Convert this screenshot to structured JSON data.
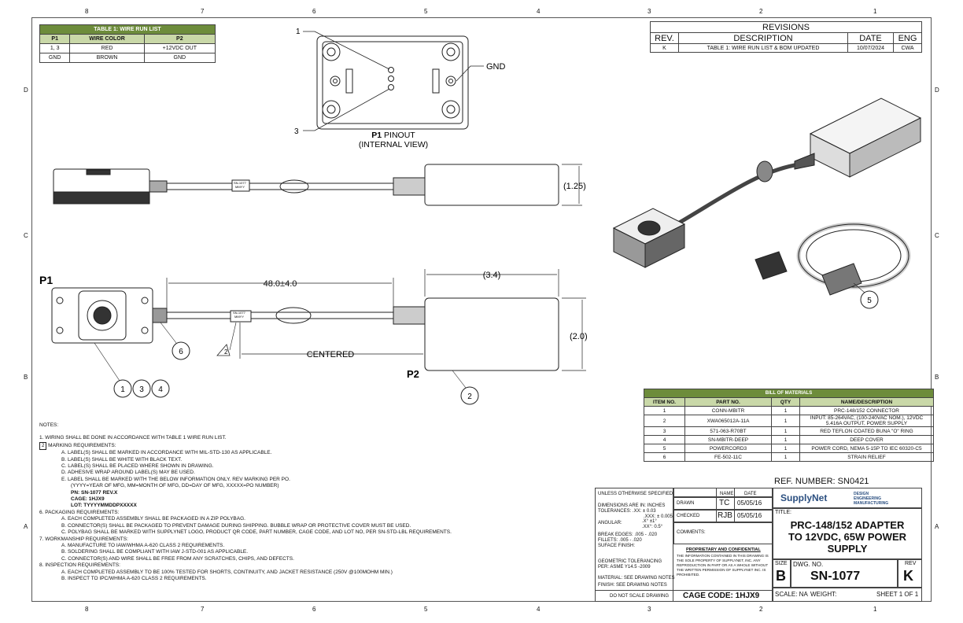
{
  "zones": {
    "top": [
      "8",
      "7",
      "6",
      "5",
      "4",
      "3",
      "2",
      "1"
    ],
    "side": [
      "D",
      "C",
      "B",
      "A"
    ]
  },
  "wire_table": {
    "title": "TABLE 1: WIRE RUN LIST",
    "headers": [
      "P1",
      "WIRE COLOR",
      "P2"
    ],
    "rows": [
      [
        "1, 3",
        "RED",
        "+12VDC OUT"
      ],
      [
        "GND",
        "BROWN",
        "GND"
      ]
    ]
  },
  "revisions": {
    "title": "REVISIONS",
    "headers": [
      "REV.",
      "DESCRIPTION",
      "DATE",
      "ENG"
    ],
    "rows": [
      [
        "K",
        "TABLE 1: WIRE RUN LIST & BOM UPDATED",
        "10/07/2024",
        "CWA"
      ]
    ]
  },
  "pinout": {
    "label1": "1",
    "label3": "3",
    "gnd": "GND",
    "caption_bold": "P1",
    "caption_rest": " PINOUT",
    "caption2": "(INTERNAL VIEW)"
  },
  "dims": {
    "height1": "(1.25)",
    "length": "48.0±4.0",
    "width": "(3.4)",
    "height2": "(2.0)",
    "centered": "CENTERED"
  },
  "labels": {
    "p1": "P1",
    "p2": "P2",
    "tag_line1": "SN-1077",
    "tag_line2": "MMYY",
    "delta": "2",
    "balloons": [
      "1",
      "3",
      "4",
      "6",
      "2",
      "5"
    ]
  },
  "bom": {
    "title": "BILL OF MATERIALS",
    "headers": [
      "ITEM NO.",
      "PART NO.",
      "QTY",
      "NAME/DESCRIPTION"
    ],
    "rows": [
      [
        "1",
        "CONN-MBITR",
        "1",
        "PRC-148/152 CONNECTOR"
      ],
      [
        "2",
        "XWA065012A-11A",
        "1",
        "INPUT: 85-264VAC, (100-240VAC NOM.), 12VDC 5.416A OUTPUT, POWER SUPPLY"
      ],
      [
        "3",
        "571-063-R70BT",
        "1",
        "RED TEFLON COATED BUNA \"O\" RING"
      ],
      [
        "4",
        "SN-MBITR-DEEP",
        "1",
        "DEEP COVER"
      ],
      [
        "5",
        "POWERCORD3",
        "1",
        "POWER CORD, NEMA 5-15P TO IEC 60320-C5"
      ],
      [
        "6",
        "FE-502-11C",
        "1",
        "STRAIN RELIEF"
      ]
    ]
  },
  "notes": {
    "title": "NOTES:",
    "n1": "1. WIRING SHALL BE DONE IN ACCORDANCE WITH TABLE 1 WIRE RUN LIST.",
    "n2_num": "2",
    "n2": " MARKING REQUIREMENTS:",
    "n2a": "A. LABEL(S) SHALL BE MARKED IN ACCORDANCE WITH MIL-STD-130 AS APPLICABLE.",
    "n2b": "B. LABEL(S) SHALL BE WHITE WITH BLACK TEXT.",
    "n2c": "C. LABEL(S) SHALL BE PLACED WHERE SHOWN IN DRAWING.",
    "n2d": "D. ADHESIVE WRAP AROUND LABEL(S) MAY BE USED.",
    "n2e": "E. LABEL SHALL BE MARKED WITH THE BELOW INFORMATION ONLY. REV MARKING PER PO.",
    "n2e1": "(YYYY=YEAR OF MFG, MM=MONTH OF MFG, DD=DAY OF MFG, XXXXX=PO NUMBER)",
    "n2e2": "PN: SN-1077  REV.X",
    "n2e3": "CAGE: 1HJX9",
    "n2e4": "LOT: TYYYYMMDDPXXXXX",
    "n6": "6. PACKAGING REQUIREMENTS:",
    "n6a": "A. EACH COMPLETED ASSEMBLY SHALL BE PACKAGED IN A ZIP POLYBAG.",
    "n6b": "B. CONNECTOR(S) SHALL BE PACKAGED TO PREVENT DAMAGE DURING SHIPPING. BUBBLE WRAP OR PROTECTIVE COVER MUST BE USED.",
    "n6c": "C. POLYBAG SHALL BE MARKED WITH SUPPLYNET LOGO, PRODUCT QR CODE, PART NUMBER, CAGE CODE, AND LOT NO, PER SN-STD-LBL REQUIREMENTS.",
    "n7": "7. WORKMANSHIP REQUIREMENTS:",
    "n7a": "A. MANUFACTURE TO IAW/WHMA A-620 CLASS 2 REQUIREMENTS.",
    "n7b": "B. SOLDERING SHALL BE COMPLIANT WITH IAW J-STD-001 AS APPLICABLE.",
    "n7c": "C. CONNECTOR(S) AND WIRE SHALL BE FREE FROM ANY SCRATCHES, CHIPS, AND DEFECTS.",
    "n8": "8. INSPECTION REQUIREMENTS:",
    "n8a": "A. EACH COMPLETED ASSEMBLY TO BE 100% TESTED FOR SHORTS, CONTINUITY, AND JACKET RESISTANCE (250V @100MOHM MIN.)",
    "n8b": "B. INSPECT TO IPC/WHMA A-620 CLASS 2 REQUIREMENTS."
  },
  "title_block": {
    "unless": "UNLESS OTHERWISE SPECIFIED:",
    "name_h": "NAME",
    "date_h": "DATE",
    "dims_in": "DIMENSIONS ARE IN: INCHES",
    "tol": "TOLERANCES: .XX:  ± 0.03",
    "tol2": ".XXX:  ± 0.005",
    "angular": "ANGULAR:",
    "ang1": ".X° ±1°",
    "ang2": ".XX°: 0.5°",
    "break": "BREAK EDGES: .005 - .020",
    "fillets": "FILLETS: .005 - .020",
    "surface": "SUFACE FINISH:",
    "geo1": "GEOMETRIC TOLERANCING",
    "geo2": "PER: ASME Y14.5 -2009",
    "material": "MATERIAL: SEE DRAWING NOTES",
    "finish": "FINISH: SEE DRAWING NOTES",
    "donot": "DO NOT SCALE DRAWING",
    "drawn": "DRAWN",
    "drawn_name": "TC",
    "drawn_date": "05/05/16",
    "checked": "CHECKED",
    "checked_name": "RJB",
    "checked_date": "05/05/16",
    "comments": "COMMENTS:",
    "prop_title": "PROPRIETARY AND CONFIDENTIAL",
    "prop_text": "THE INFORMATION CONTAINED IN THIS DRAWING IS THE SOLE PROPERTY OF SUPPLYNET, INC.  ANY REPRODUCTION IN PART OR AS A WHOLE WITHOUT THE WRITTEN PERMISSION OF SUPPLYNET INC. IS PROHIBITED.",
    "cage": "CAGE CODE: 1HJX9",
    "ref": "REF. NUMBER: SN0421",
    "logo": "SupplyNet",
    "logo_tag1": "DESIGN",
    "logo_tag2": "ENGINEERING",
    "logo_tag3": "MANUFACTURING",
    "title_lbl": "TITLE:",
    "title1": "PRC-148/152 ADAPTER",
    "title2": "TO 12VDC, 65W POWER",
    "title3": "SUPPLY",
    "size_lbl": "SIZE",
    "size": "B",
    "dwg_lbl": "DWG.  NO.",
    "dwg": "SN-1077",
    "rev_lbl": "REV",
    "rev": "K",
    "scale": "SCALE: NA",
    "weight": "WEIGHT:",
    "sheet": "SHEET 1 OF 1"
  }
}
